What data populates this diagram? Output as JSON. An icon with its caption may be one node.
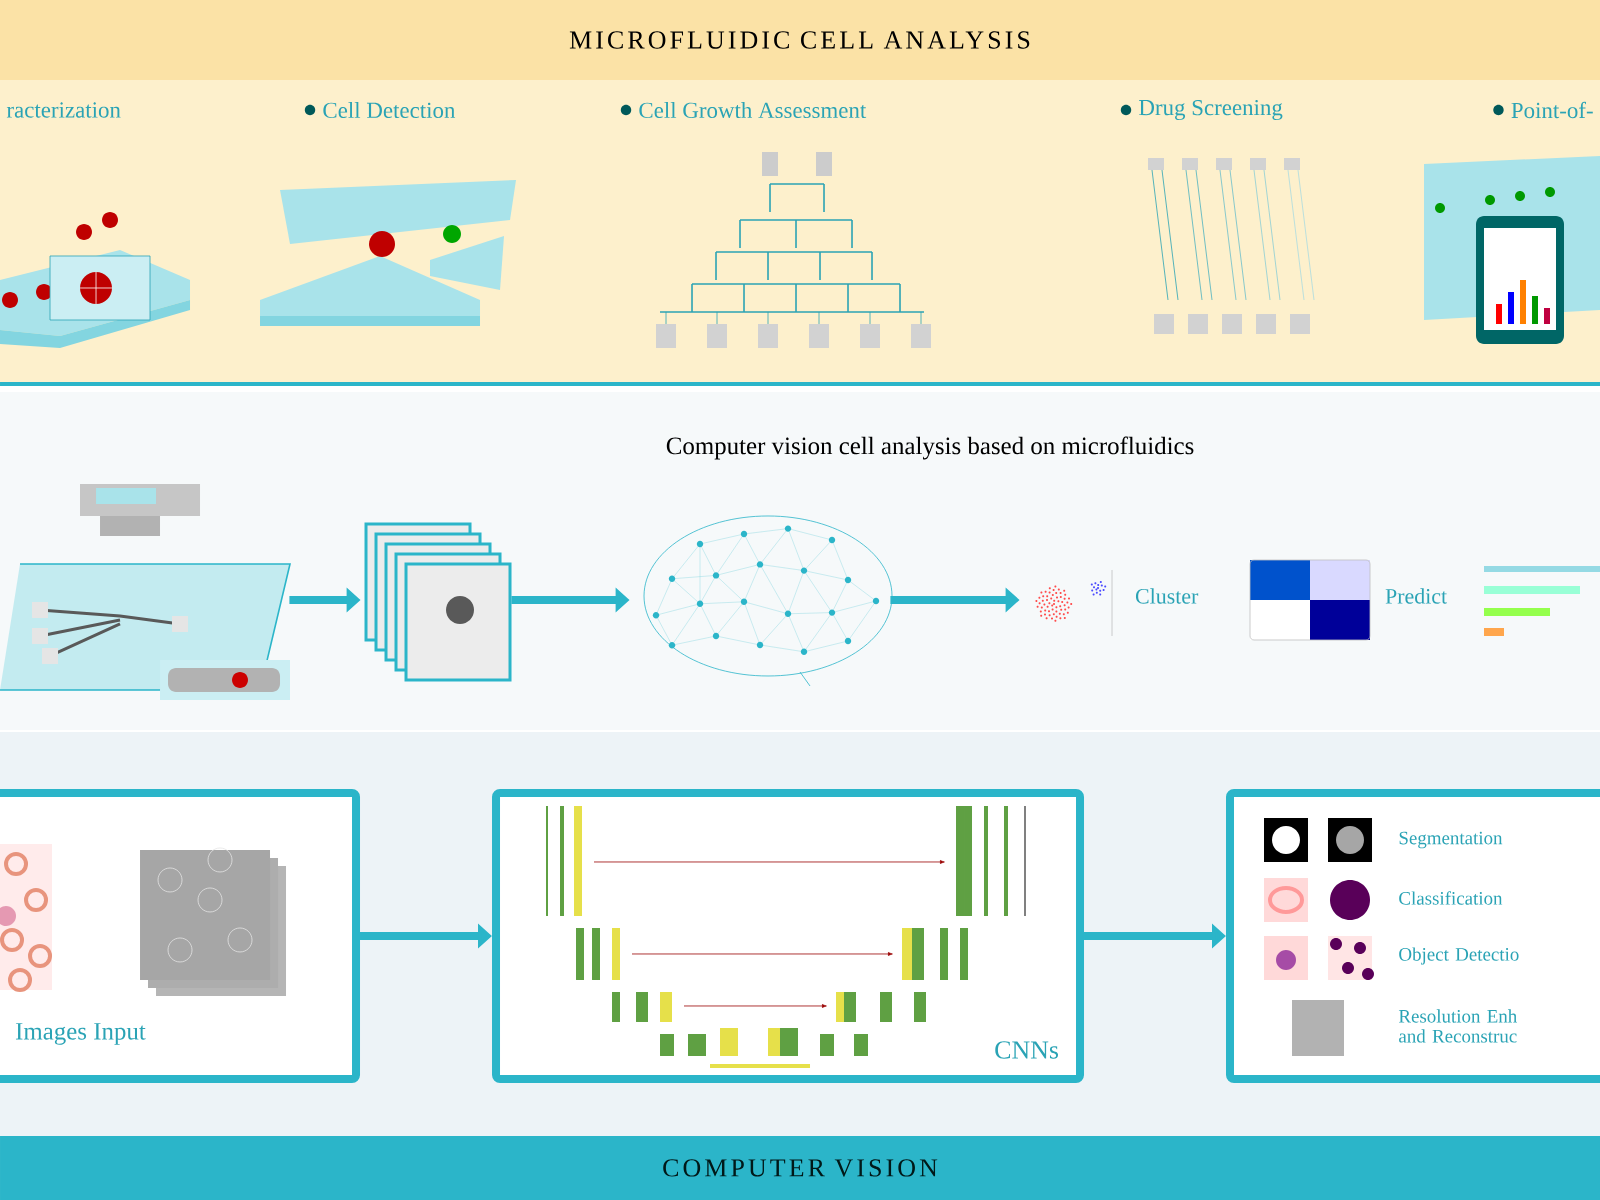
{
  "diagram": {
    "nodes": [
      {
        "text": [
          "MICROFLUIDIC CELL ANALYSIS"
        ]
      },
      {
        "text": [
          "racterization"
        ],
        "in": 0
      },
      {
        "text": [
          "Cell Detection"
        ],
        "in": 0
      },
      {
        "text": [
          "Cell Growth Assessment"
        ],
        "in": 0
      },
      {
        "text": [
          "Drug Screening"
        ],
        "in": 0
      },
      {
        "text": [
          "Point-of-"
        ],
        "in": 0
      },
      {
        "text": [
          "Computer vision cell analysis based on microfluidics"
        ]
      },
      {
        "text": [],
        "shape": "picture",
        "in": 6
      },
      {
        "text": [],
        "shape": "picture",
        "in": 6
      },
      {
        "text": [],
        "shape": "picture",
        "in": 6
      },
      {
        "text": [],
        "shape": "picture",
        "in": 6,
        "beside": [
          "Cluster"
        ]
      },
      {
        "text": [],
        "shape": "picture",
        "in": 6,
        "beside": [
          "Predict"
        ]
      },
      {
        "text": [],
        "shape": "picture",
        "in": 6
      },
      {
        "text": [
          "COMPUTER VISION"
        ]
      },
      {
        "text": [
          "Images Input"
        ],
        "in": 13
      },
      {
        "text": [
          "CNNs"
        ],
        "in": 13
      },
      {
        "text": [
          "Segmentation",
          "Classification",
          "Object Detectio",
          "Resolution Enh and Reconstruc"
        ],
        "in": 13
      }
    ],
    "edges": [
      {
        "from": 7,
        "to": 8,
        "arrow": "to"
      },
      {
        "from": 8,
        "to": 9,
        "arrow": "to"
      },
      {
        "from": 9,
        "to": 10,
        "arrow": "to"
      },
      {
        "from": 14,
        "to": 15,
        "arrow": "to"
      },
      {
        "from": 15,
        "to": 16,
        "arrow": "to"
      }
    ]
  }
}
